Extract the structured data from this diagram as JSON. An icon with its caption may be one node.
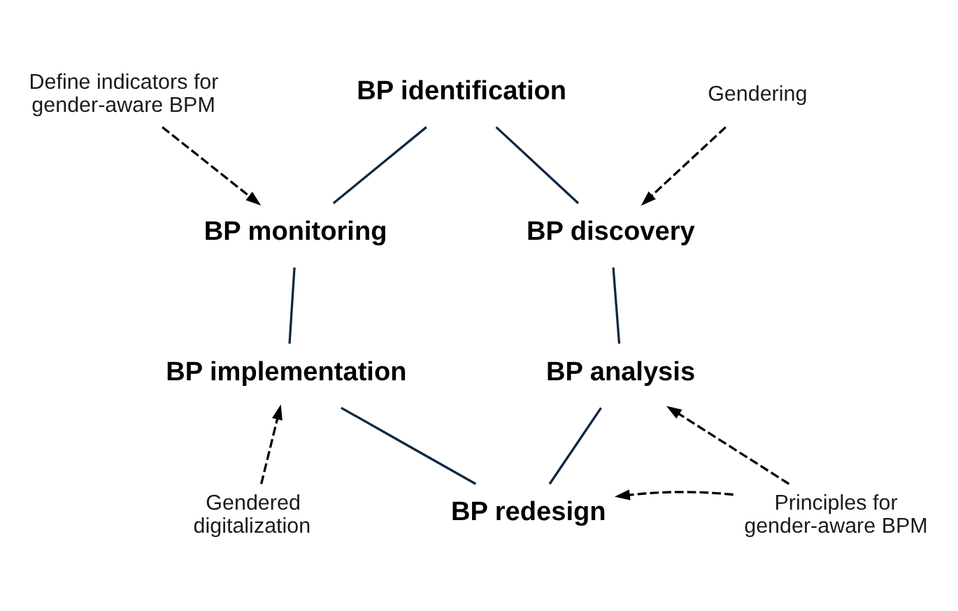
{
  "diagram": {
    "nodes": [
      {
        "text": [
          "BP identification"
        ]
      },
      {
        "text": [
          "BP discovery"
        ]
      },
      {
        "text": [
          "BP analysis"
        ]
      },
      {
        "text": [
          "BP redesign"
        ]
      },
      {
        "text": [
          "BP implementation"
        ]
      },
      {
        "text": [
          "BP monitoring"
        ]
      },
      {
        "text": [
          "Define indicators for gender-aware BPM"
        ]
      },
      {
        "text": [
          "Gendering"
        ]
      },
      {
        "text": [
          "Principles for gender-aware BPM"
        ]
      },
      {
        "text": [
          "Gendered digitalization"
        ]
      }
    ],
    "edges": [
      {
        "from": 0,
        "to": 1,
        "arrow": "none"
      },
      {
        "from": 1,
        "to": 2,
        "arrow": "none"
      },
      {
        "from": 2,
        "to": 3,
        "arrow": "none"
      },
      {
        "from": 4,
        "to": 3,
        "arrow": "none"
      },
      {
        "from": 5,
        "to": 4,
        "arrow": "none"
      },
      {
        "from": 0,
        "to": 5,
        "arrow": "none"
      },
      {
        "from": 6,
        "to": 5,
        "arrow": "to",
        "style": "dashed",
        "color": "#000000"
      },
      {
        "from": 7,
        "to": 1,
        "arrow": "to",
        "style": "dashed",
        "color": "#000000"
      },
      {
        "from": 8,
        "to": 2,
        "arrow": "to",
        "style": "dashed",
        "color": "#000000"
      },
      {
        "from": 8,
        "to": 3,
        "arrow": "to",
        "style": "dashed",
        "color": "#000000"
      },
      {
        "from": 9,
        "to": 4,
        "arrow": "to",
        "style": "dashed",
        "color": "#000000"
      }
    ]
  }
}
